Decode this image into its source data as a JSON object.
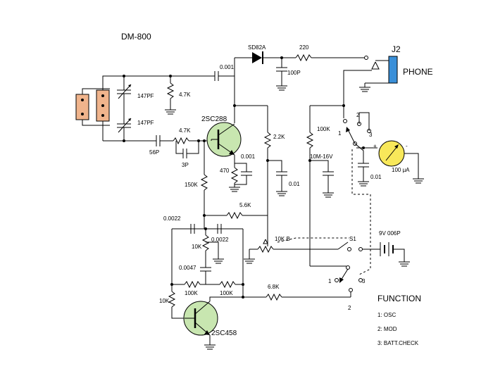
{
  "title": "DM-800",
  "labels": {
    "diode": "SD82A",
    "r220": "220",
    "c100p": "100P",
    "j2": "J2",
    "phone": "PHONE",
    "c0001a": "0.001",
    "vc1": "147PF",
    "vc2": "147PF",
    "r47k_top": "4.7K",
    "r47k_base": "4.7K",
    "c56p": "56P",
    "c3p": "3P",
    "q1": "2SC288",
    "c0001b": "0.001",
    "r470": "470",
    "r22k": "2.2K",
    "r56k": "5.6K",
    "r150k": "150K",
    "c001_mid": "0.01",
    "r100k_top": "100K",
    "c10m": "10M-16V",
    "sw_1": "1",
    "sw_2": "2",
    "sw_3": "3",
    "c001_meter": "0.01",
    "meter": "100 μA",
    "meter_plus": "+",
    "meter_minus": "-",
    "c0022a": "0.0022",
    "c0022b": "0.0022",
    "r10k_mid": "10K",
    "pot": "10K B",
    "s1": "S1",
    "battery": "9V 006P",
    "c0047": "0.0047",
    "r100k_a": "100K",
    "r100k_b": "100K",
    "r10k_low": "10K",
    "r68k": "6.8K",
    "q2": "2SC458",
    "sw2_1": "1",
    "sw2_2": "2",
    "sw2_3": "3"
  },
  "function_block": {
    "heading": "FUNCTION",
    "items": [
      "1: OSC",
      "2: MOD",
      "3: BATT.CHECK"
    ]
  },
  "colors": {
    "transistor_fill": "#c8e6b0",
    "coil_fill": "#f0b48c",
    "jack_fill": "#3a8fd8",
    "meter_fill": "#f8e85a"
  }
}
